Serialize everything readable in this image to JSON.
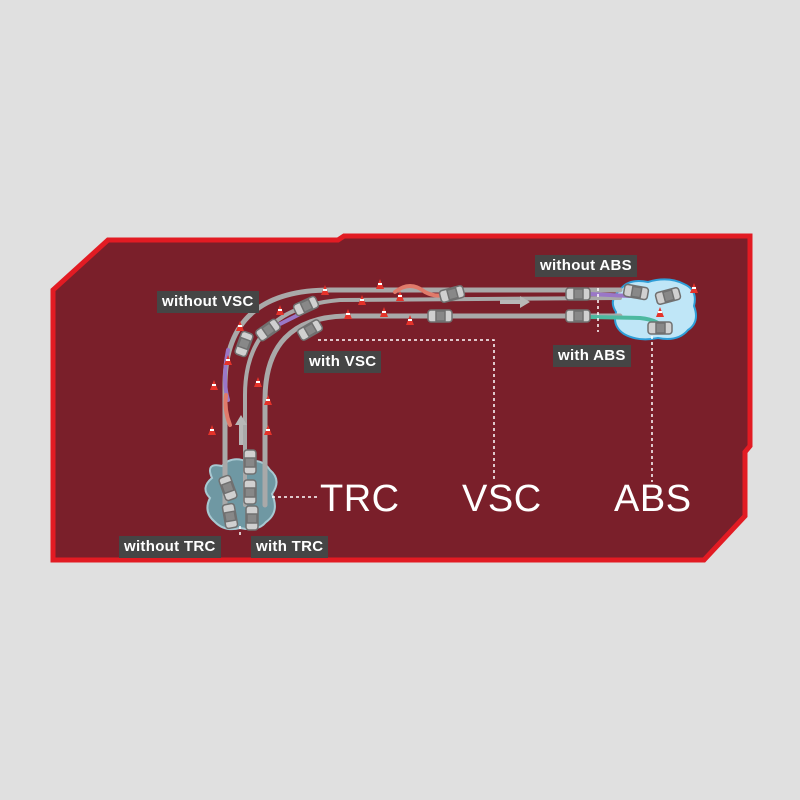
{
  "colors": {
    "background": "#e0e0e0",
    "panel_fill": "#7a1f2a",
    "panel_border": "#e21b23",
    "track": "#a9a9a9",
    "label_bg": "#454545",
    "label_text": "#ffffff",
    "water": "#bfe6f7",
    "ice": "#7a9ea8",
    "cone": "#e5332a"
  },
  "labels": {
    "without_vsc": "without VSC",
    "with_vsc": "with VSC",
    "without_abs": "without ABS",
    "with_abs": "with ABS",
    "without_trc": "without TRC",
    "with_trc": "with TRC"
  },
  "systems": {
    "trc": "TRC",
    "vsc": "VSC",
    "abs": "ABS"
  },
  "icons": {
    "car": "car-icon",
    "cone": "traffic-cone-icon",
    "water_puddle": "water-puddle",
    "ice_patch": "ice-patch"
  }
}
